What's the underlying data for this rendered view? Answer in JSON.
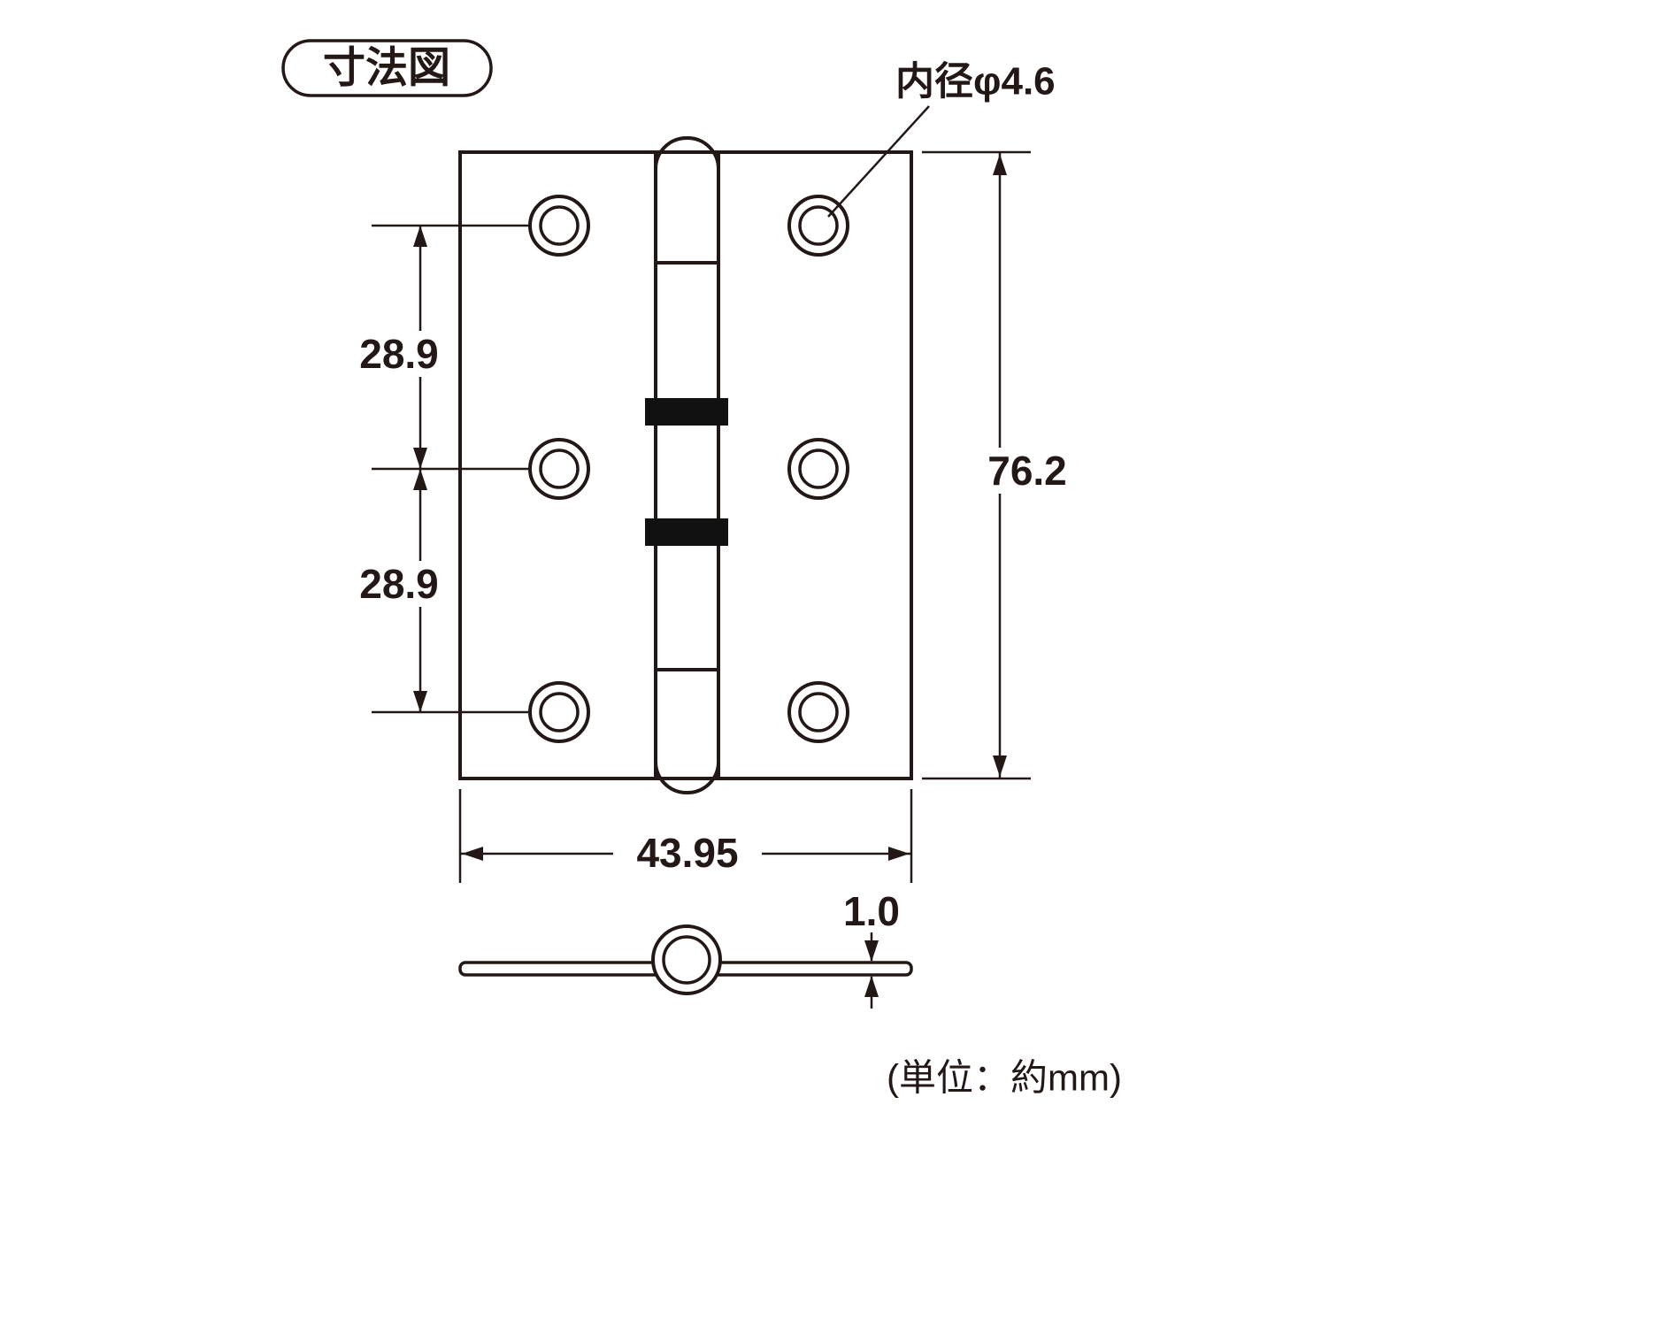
{
  "title": "寸法図",
  "dimensions": {
    "hole_inner_diameter": "内径φ4.6",
    "hole_pitch_upper": "28.9",
    "hole_pitch_lower": "28.9",
    "overall_height": "76.2",
    "overall_width": "43.95",
    "plate_thickness": "1.0"
  },
  "unit_note": "(単位：約mm)",
  "colors": {
    "line": "#231815",
    "text": "#231815",
    "background": "#ffffff",
    "knuckle_band": "#111111"
  }
}
